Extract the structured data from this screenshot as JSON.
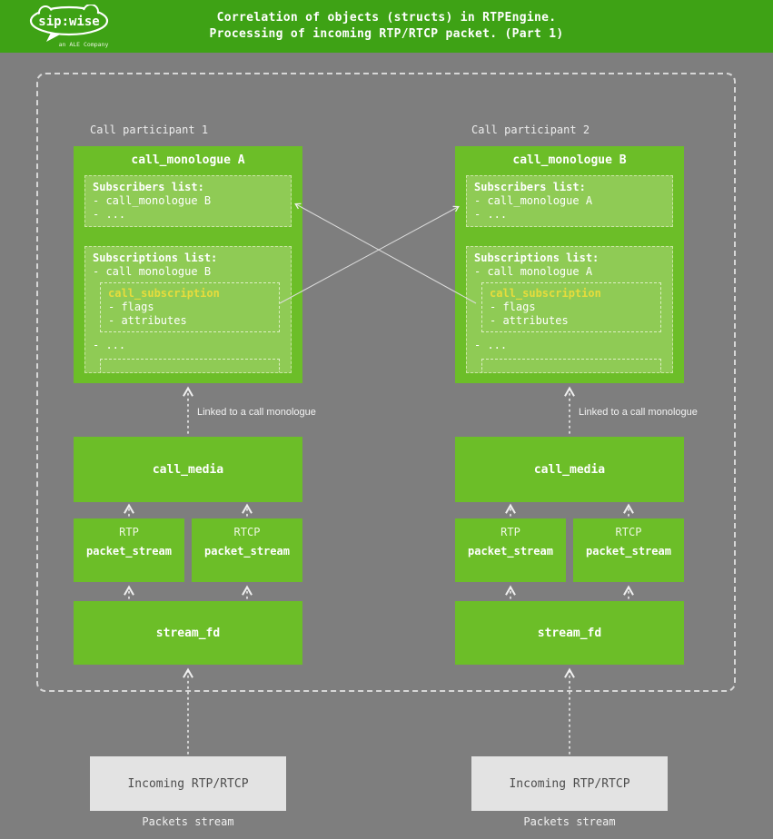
{
  "header": {
    "logo": {
      "text": "sip:wise",
      "tagline": "an ALE Company"
    },
    "title_line1": "Correlation of objects (structs) in RTPEngine.",
    "title_line2": "Processing of incoming RTP/RTCP packet. (Part 1)"
  },
  "colors": {
    "header_green": "#3EA215",
    "box_green": "#6CBE28",
    "subbox_green": "#8FCB55",
    "subscription_title_yellow": "#E6DC3C",
    "incoming_gray": "#E3E3E3",
    "background_gray": "#7E7E7E"
  },
  "participants": [
    {
      "label": "Call participant 1",
      "monologue": {
        "title": "call_monologue A",
        "subscribers": {
          "title": "Subscribers list:",
          "items": [
            "- call_monologue B",
            "- ..."
          ]
        },
        "subscriptions": {
          "title": "Subscriptions list:",
          "item": "- call monologue B",
          "subscription": {
            "title": "call_subscription",
            "items": [
              "- flags",
              "- attributes"
            ]
          },
          "more": "- ..."
        }
      },
      "linked_label": "Linked to a call monologue",
      "media_label": "call_media",
      "streams": [
        {
          "protocol": "RTP",
          "label": "packet_stream"
        },
        {
          "protocol": "RTCP",
          "label": "packet_stream"
        }
      ],
      "fd_label": "stream_fd",
      "incoming_label": "Incoming RTP/RTCP",
      "packets_label": "Packets stream"
    },
    {
      "label": "Call participant 2",
      "monologue": {
        "title": "call_monologue B",
        "subscribers": {
          "title": "Subscribers list:",
          "items": [
            "- call_monologue A",
            "- ..."
          ]
        },
        "subscriptions": {
          "title": "Subscriptions list:",
          "item": "- call monologue A",
          "subscription": {
            "title": "call_subscription",
            "items": [
              "- flags",
              "- attributes"
            ]
          },
          "more": "- ..."
        }
      },
      "linked_label": "Linked to a call monologue",
      "media_label": "call_media",
      "streams": [
        {
          "protocol": "RTP",
          "label": "packet_stream"
        },
        {
          "protocol": "RTCP",
          "label": "packet_stream"
        }
      ],
      "fd_label": "stream_fd",
      "incoming_label": "Incoming RTP/RTCP",
      "packets_label": "Packets stream"
    }
  ]
}
